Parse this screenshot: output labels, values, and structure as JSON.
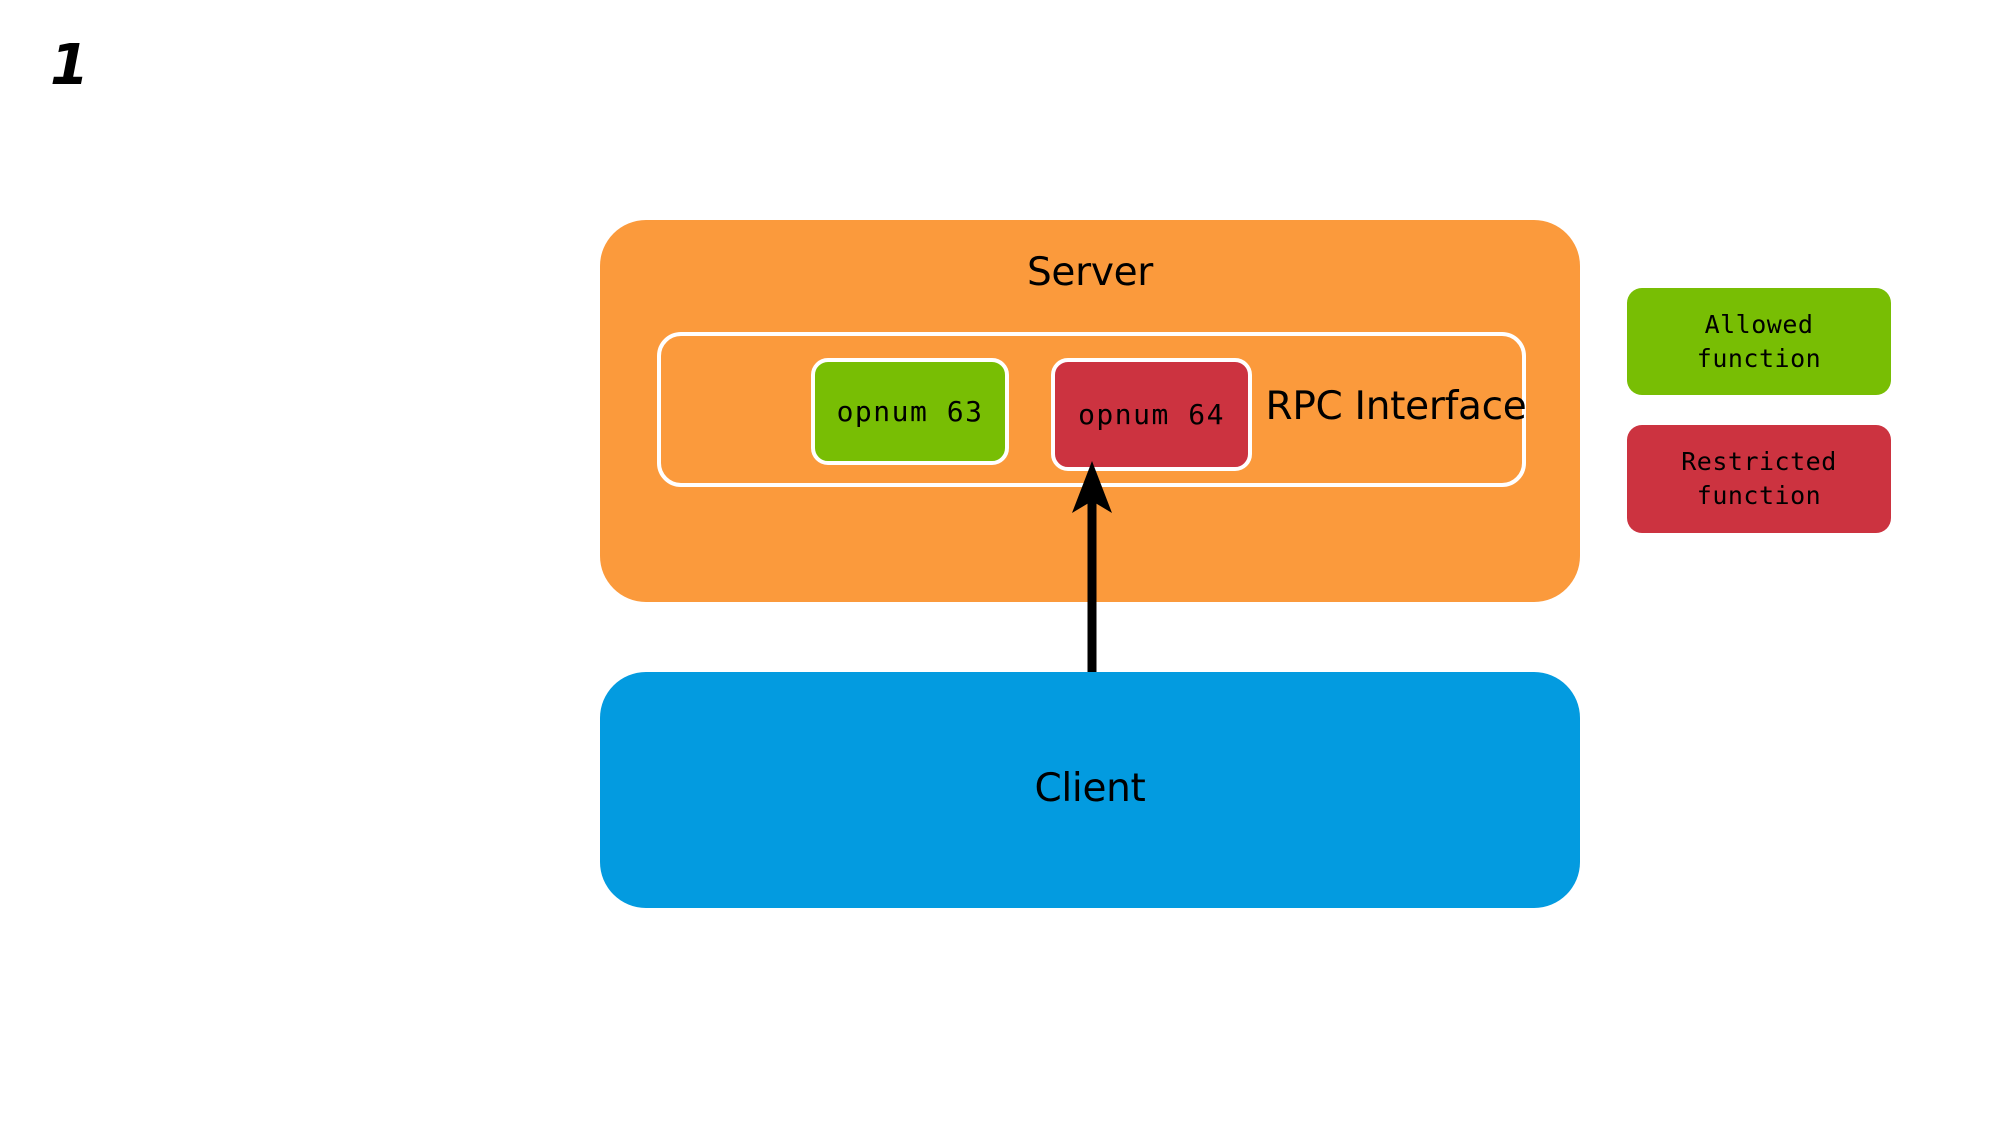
{
  "slide": {
    "number": "1"
  },
  "server": {
    "title": "Server",
    "color": "#FB9A3C",
    "rpc_interface": {
      "label": "RPC Interface",
      "border_color": "#ffffff",
      "functions": [
        {
          "label": "opnum 63",
          "state": "allowed",
          "color": "#78BE04"
        },
        {
          "label": "opnum 64",
          "state": "restricted",
          "color": "#CC3340"
        }
      ]
    }
  },
  "client": {
    "title": "Client",
    "color": "#039BE0"
  },
  "arrow": {
    "name": "client-to-opnum64-call",
    "color": "#000000",
    "direction": "up"
  },
  "legend": {
    "items": [
      {
        "label": "Allowed\nfunction",
        "line1": "Allowed",
        "line2": "function",
        "color": "#78BE04"
      },
      {
        "label": "Restricted\nfunction",
        "line1": "Restricted",
        "line2": "function",
        "color": "#CC3340"
      }
    ]
  }
}
